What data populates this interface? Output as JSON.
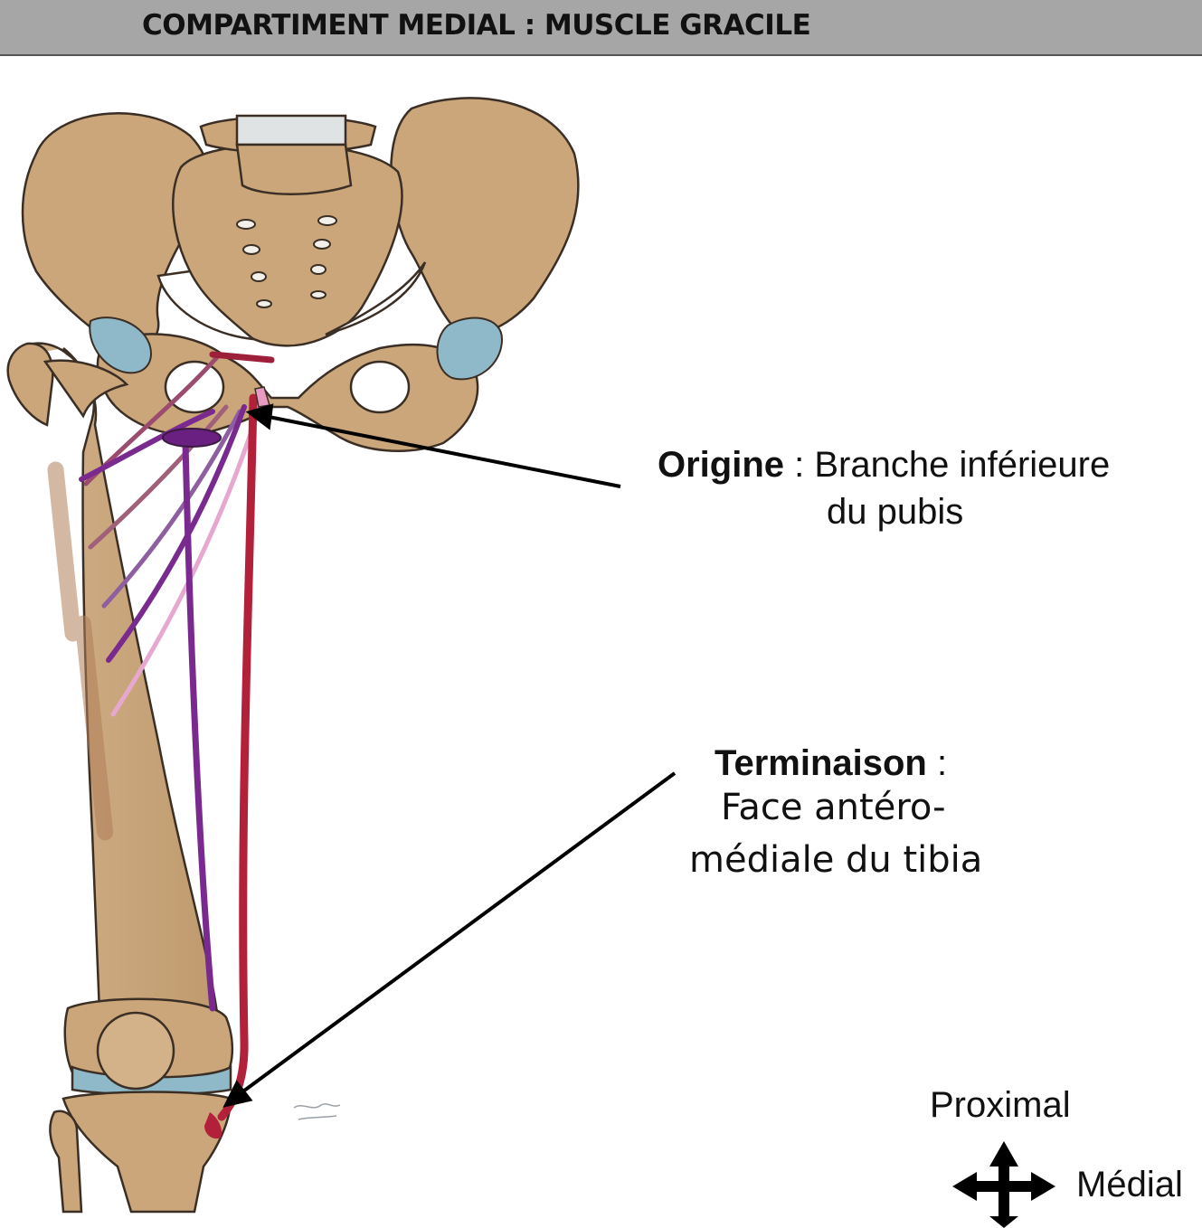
{
  "header": {
    "title": "COMPARTIMENT MEDIAL : MUSCLE GRACILE"
  },
  "origin": {
    "term": "Origine",
    "sep": " : ",
    "line1": "Branche inférieure",
    "line2": "du pubis"
  },
  "terminaison": {
    "term": "Terminaison",
    "sep": " :",
    "line1": "Face antéro-",
    "line2": "médiale du tibia"
  },
  "orientation": {
    "up": "Proximal",
    "side": "Médial"
  },
  "colors": {
    "bone": "#c9a57a",
    "cartilage": "#8fb8c8",
    "gracilis": "#b3203a",
    "adductor": "#7a2a8e",
    "header": "#a6a6a6"
  }
}
